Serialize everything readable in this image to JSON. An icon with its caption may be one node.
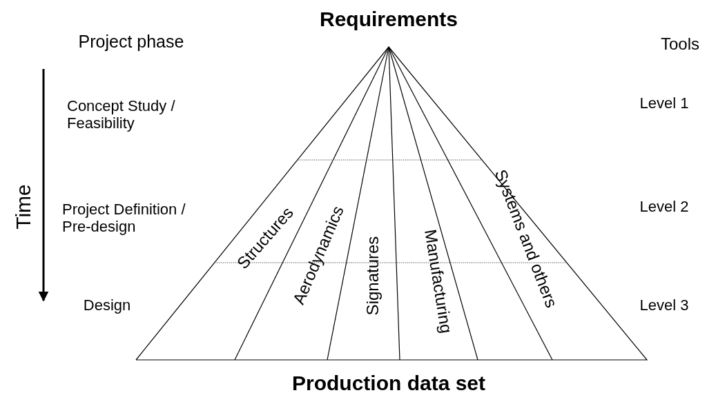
{
  "diagram": {
    "labels": [
      "Requirements",
      "Project phase",
      "Tools",
      "Concept Study / Feasibility",
      "Level 1",
      "Time",
      "Project Definition / Pre-design",
      "Level 2",
      "Structures",
      "Aerodynamics",
      "Signatures",
      "Manufacturing",
      "Systems and others",
      "Design",
      "Level 3",
      "Production data set"
    ]
  }
}
